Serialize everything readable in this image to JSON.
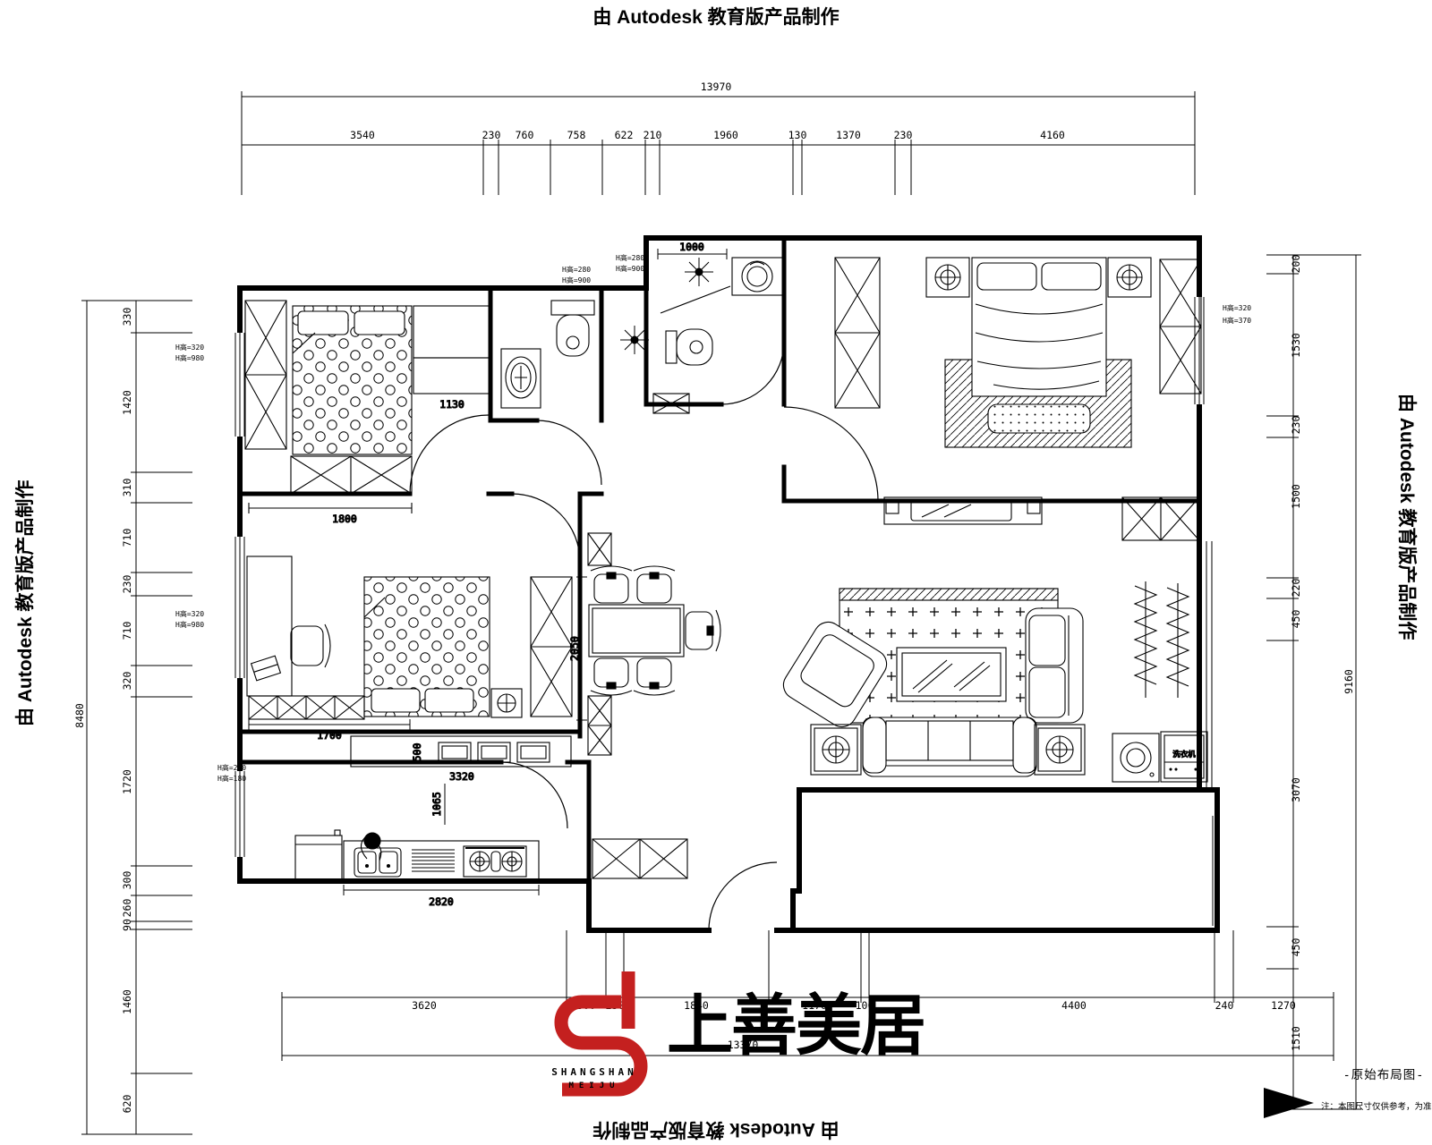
{
  "banners": {
    "autodesk": "由 Autodesk 教育版产品制作"
  },
  "dims": {
    "top": {
      "total": "13970",
      "segments": [
        "3540",
        "230",
        "760",
        "758",
        "622",
        "210",
        "1960",
        "130",
        "1370",
        "230",
        "4160"
      ]
    },
    "left": {
      "total": "8480",
      "segments": [
        "330",
        "1420",
        "310",
        "710",
        "230",
        "710",
        "320",
        "1720",
        "300",
        "260",
        "90",
        "1460",
        "620"
      ]
    },
    "right": {
      "total": "9160",
      "segments": [
        "200",
        "1530",
        "230",
        "1500",
        "220",
        "450",
        "3070",
        "450",
        "1510"
      ]
    },
    "bottom": {
      "total": "13370",
      "segments": [
        "3620",
        "500",
        "230",
        "1840",
        "1170",
        "100",
        "4400",
        "240",
        "1270"
      ]
    }
  },
  "inner": {
    "bath_top": "1000",
    "closet": "1130",
    "bed1_wall": "1800",
    "bed2_cabinet": "1700",
    "dining_height": "2050",
    "hall_cabinet": "500",
    "kitchen_pass": "3320",
    "kitchen_depth": "1065",
    "counter": "2820"
  },
  "ann": {
    "h320": "H高=320",
    "h980": "H高=980",
    "h280": "H高=280",
    "h900": "H高=900",
    "h370": "H高=370",
    "h260": "H高=260",
    "h180": "H高=180"
  },
  "labels": {
    "washer": "洗衣机"
  },
  "footer": {
    "title": "-原始布局图-",
    "note": "注：本图尺寸仅供参考，为准"
  },
  "logo": {
    "zh": "上善美居",
    "en1": "SHANGSHAN",
    "en2": "MEIJU",
    "color": "#c4201f"
  }
}
